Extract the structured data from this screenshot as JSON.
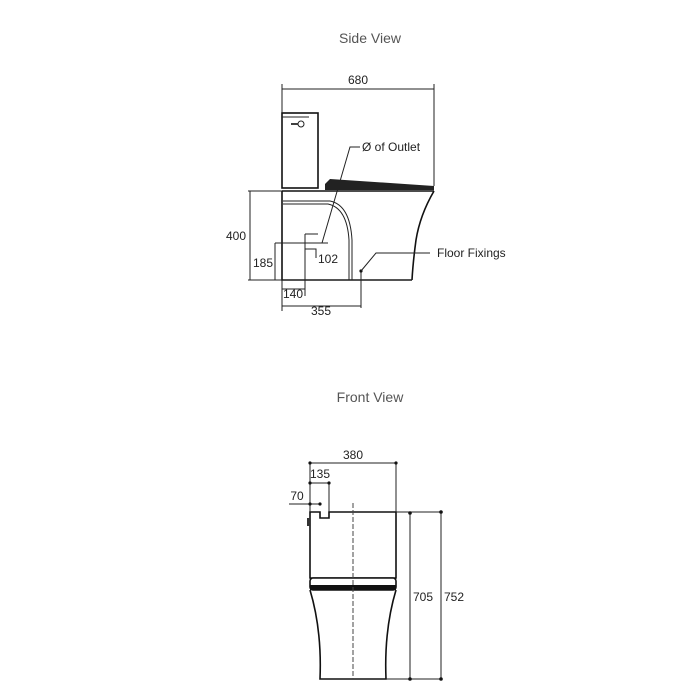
{
  "side_view": {
    "title": "Side View",
    "dims": {
      "overall_length": "680",
      "height": "400",
      "outlet_height": "185",
      "outlet_offset": "140",
      "fixing_offset": "355",
      "outlet_diameter": "102"
    },
    "labels": {
      "outlet": "Ø of Outlet",
      "fixings": "Floor Fixings"
    }
  },
  "front_view": {
    "title": "Front View",
    "dims": {
      "width": "380",
      "inlet_offset": "135",
      "side_offset": "70",
      "tank_height": "705",
      "overall_height": "752"
    }
  }
}
